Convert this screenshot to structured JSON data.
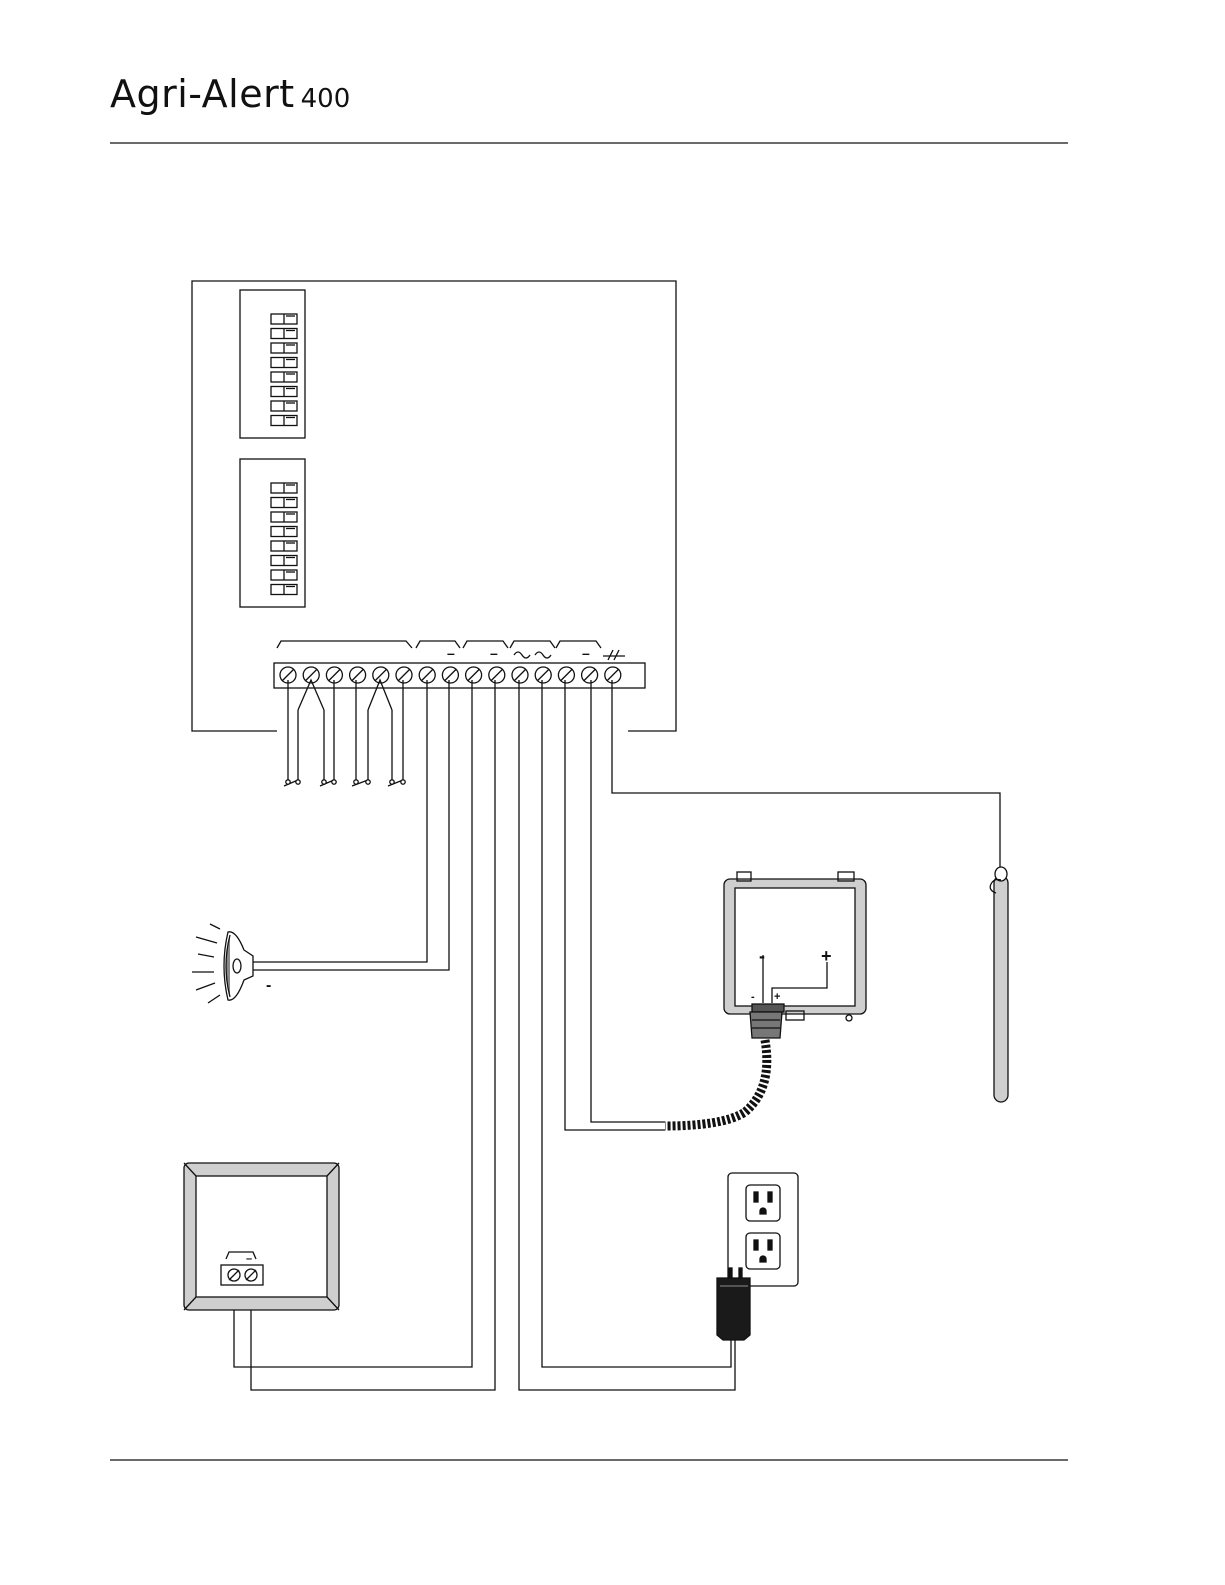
{
  "header": {
    "brand": "Agri-Alert",
    "model": "400"
  },
  "siren": {
    "minus_label": "-"
  },
  "battery_box": {
    "minus_label": "-",
    "plus_label": "+",
    "small_minus": "-",
    "small_plus": "+"
  },
  "terminal_strip": {
    "minus_labels": [
      "–",
      "–",
      "–"
    ],
    "terminal_count": 15
  },
  "remote_box": {
    "minus_label": "–"
  },
  "colors": {
    "line": "#111111",
    "panel_fill": "#ffffff",
    "box_gray": "#cfcfcf",
    "adapter": "#1a1a1a"
  }
}
